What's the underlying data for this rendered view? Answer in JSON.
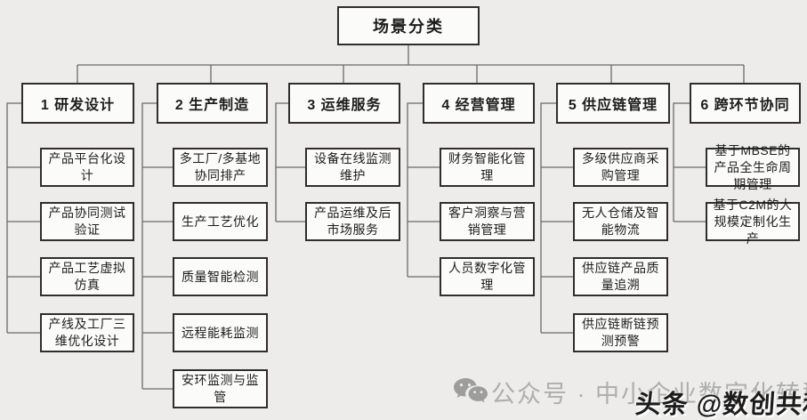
{
  "root": {
    "label": "场景分类"
  },
  "columns": [
    {
      "label": "1 研发设计",
      "items": [
        "产品平台化设计",
        "产品协同测试验证",
        "产品工艺虚拟仿真",
        "产线及工厂三维优化设计"
      ]
    },
    {
      "label": "2 生产制造",
      "items": [
        "多工厂/多基地协同排产",
        "生产工艺优化",
        "质量智能检测",
        "远程能耗监测",
        "安环监测与监管"
      ]
    },
    {
      "label": "3 运维服务",
      "items": [
        "设备在线监测维护",
        "产品运维及后市场服务"
      ]
    },
    {
      "label": "4 经营管理",
      "items": [
        "财务智能化管理",
        "客户洞察与营销管理",
        "人员数字化管理"
      ]
    },
    {
      "label": "5 供应链管理",
      "items": [
        "多级供应商采购管理",
        "无人仓储及智能物流",
        "供应链产品质量追溯",
        "供应链断链预测预警"
      ]
    },
    {
      "label": "6 跨环节协同",
      "items": [
        "基于MBSE的产品全生命周期管理",
        "基于C2M的大规模定制化生产"
      ]
    }
  ],
  "watermark": {
    "gray_text": "公众号 · 中小企业数字化转型",
    "dark_text": "头条 @数创共和"
  },
  "colors": {
    "background": "#edecea",
    "box_fill": "#fbfbfa",
    "box_border": "#2e2e2e",
    "connector": "#6a6a6a",
    "watermark_gray": "#aeaeae",
    "watermark_dark": "#1c1c1c"
  }
}
